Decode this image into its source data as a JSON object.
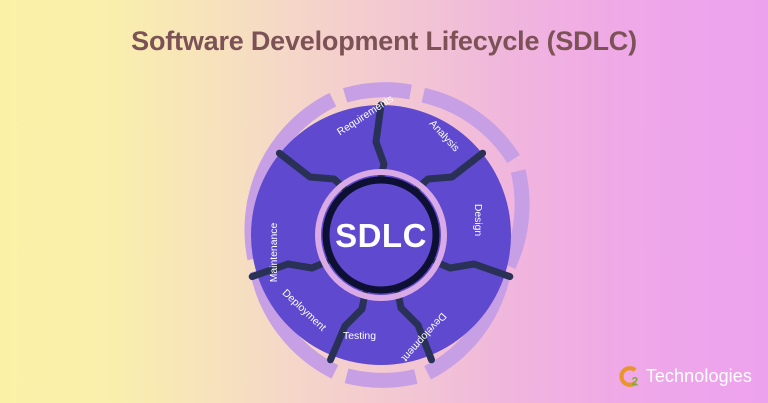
{
  "page": {
    "title": "Software Development Lifecycle (SDLC)",
    "title_color": "#7c5256",
    "background_left_color": "#fbf1a6",
    "background_right_color": "#eda2ee"
  },
  "diagram": {
    "name": "sdlc-lifecycle-wheel",
    "center_label": "SDLC",
    "center_fill_color": "#5f49cf",
    "center_ring_color": "#0d1033",
    "inner_halo_color": "#d9aae6",
    "segment_fill_color": "#5f49cf",
    "outer_ring_color": "#c79fe4",
    "spoke_color": "#2a3157",
    "segment_count": 7,
    "segments": [
      {
        "label": "Requirements",
        "index": 1
      },
      {
        "label": "Analysis",
        "index": 2
      },
      {
        "label": "Design",
        "index": 3
      },
      {
        "label": "Development",
        "index": 4
      },
      {
        "label": "Testing",
        "index": 5
      },
      {
        "label": "Deployment",
        "index": 6
      },
      {
        "label": "Maintenance",
        "index": 7
      }
    ]
  },
  "logo": {
    "icon_name": "o2-ring-icon",
    "text": "Technologies",
    "subscript": "2",
    "ring_color": "#e8962c",
    "subscript_color": "#7fae2f",
    "text_color": "#ffffff"
  }
}
